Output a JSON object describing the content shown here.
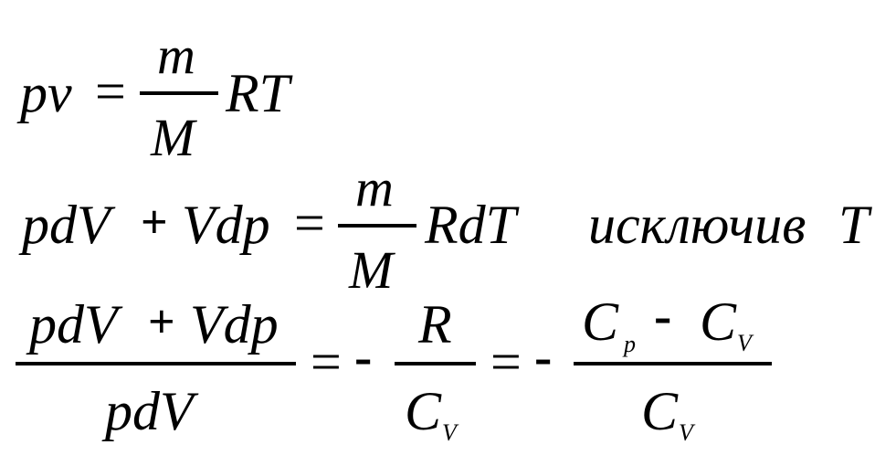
{
  "equations": {
    "eq1": {
      "lhs": "pv",
      "equals": "=",
      "frac_num": "m",
      "frac_den": "M",
      "rhs": "RT"
    },
    "eq2": {
      "term1": "pdV",
      "plus": "+",
      "term2": "Vdp",
      "equals": "=",
      "frac_num": "m",
      "frac_den": "M",
      "rhs": "RdT",
      "note_word": "исключив",
      "note_var": "T"
    },
    "eq3": {
      "frac1_num_a": "pdV",
      "frac1_plus": "+",
      "frac1_num_b": "Vdp",
      "frac1_den": "pdV",
      "equals1": "=",
      "minus1": "-",
      "frac2_num": "R",
      "frac2_den_main": "C",
      "frac2_den_sub": "V",
      "equals2": "=",
      "minus2": "-",
      "frac3_num_a_main": "C",
      "frac3_num_a_sub": "p",
      "frac3_minus": "-",
      "frac3_num_b_main": "C",
      "frac3_num_b_sub": "V",
      "frac3_den_main": "C",
      "frac3_den_sub": "V"
    }
  }
}
